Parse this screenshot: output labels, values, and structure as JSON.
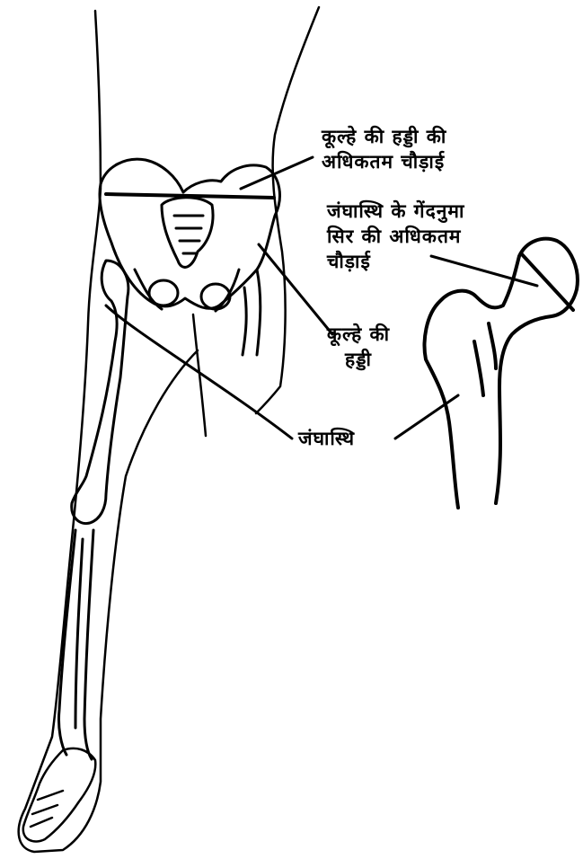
{
  "labels": {
    "pelvis_max_width": {
      "line1": "कूल्हे की हड्डी की",
      "line2": "अधिकतम चौड़ाई"
    },
    "femur_head_max_width": {
      "line1": "जंघास्थि के गेंदनुमा",
      "line2": "सिर की अधिकतम",
      "line3": "चौड़ाई"
    },
    "pelvis": {
      "line1": "कूल्हे की",
      "line2": "हड्डी"
    },
    "femur": "जंघास्थि"
  },
  "colors": {
    "ink": "#000000",
    "background": "#ffffff"
  }
}
